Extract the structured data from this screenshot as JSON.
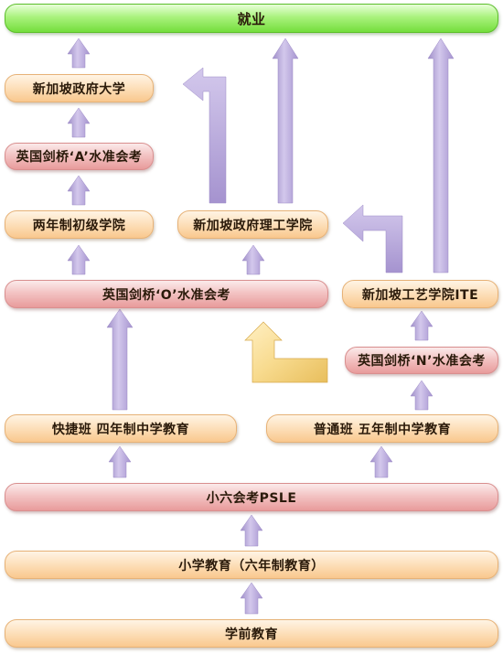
{
  "nodes": {
    "employment": "就业",
    "nus": "新加坡政府大学",
    "a_level": "英国剑桥‘A’水准会考",
    "jc": "两年制初级学院",
    "poly": "新加坡政府理工学院",
    "o_level": "英国剑桥‘O’水准会考",
    "ite": "新加坡工艺学院ITE",
    "n_level": "英国剑桥‘N’水准会考",
    "express": "快捷班 四年制中学教育",
    "normal": "普通班  五年制中学教育",
    "psle": "小六会考PSLE",
    "primary": "小学教育（六年制教育）",
    "preschool": "学前教育"
  },
  "colors": {
    "arrow": "#c2b3df",
    "arrow_alt": "#f7d98c",
    "green": "#74de3c",
    "orange": "#f9c88e",
    "pink": "#e89b9b"
  }
}
